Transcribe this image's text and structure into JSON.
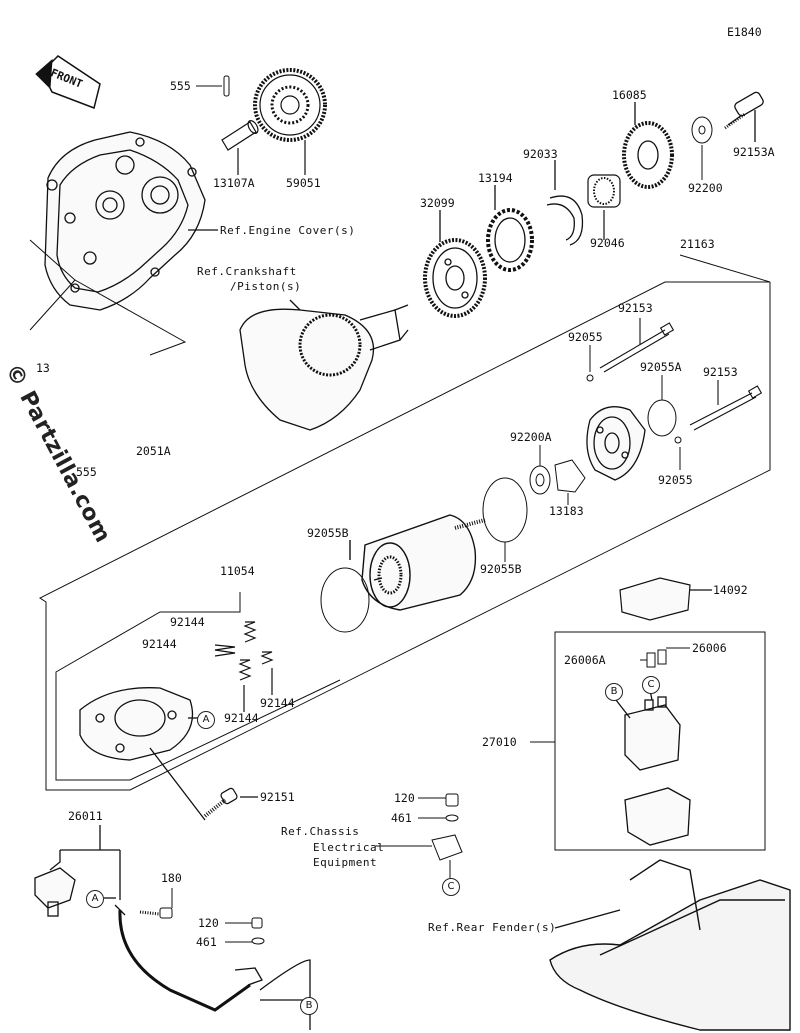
{
  "diagram_code": "E1840",
  "front_badge": "FRONT",
  "watermark": "© Partzilla.com",
  "parts": {
    "p555a": "555",
    "p13107a": "13107A",
    "p59051": "59051",
    "p16085": "16085",
    "p92153a": "92153A",
    "p92200": "92200",
    "p92033": "92033",
    "p13194": "13194",
    "p32099": "32099",
    "p92046": "92046",
    "p21163": "21163",
    "p92153_top": "92153",
    "p92055_top": "92055",
    "p92055a": "92055A",
    "p92153_mid": "92153",
    "p13_partial": "13",
    "p92051a_partial": "2051A",
    "p555b": "555",
    "p92200a": "92200A",
    "p92055_bot": "92055",
    "p13183": "13183",
    "p92055b_left": "92055B",
    "p92055b_right": "92055B",
    "p11054": "11054",
    "p14092": "14092",
    "p92144_1": "92144",
    "p92144_2": "92144",
    "p92144_3": "92144",
    "p92144_4": "92144",
    "p26006a": "26006A",
    "p26006": "26006",
    "p27010": "27010",
    "p92151": "92151",
    "p26011": "26011",
    "p120_top": "120",
    "p461_top": "461",
    "p180": "180",
    "p120_bot": "120",
    "p461_bot": "461"
  },
  "refs": {
    "engine_cover": "Ref.Engine Cover(s)",
    "crankshaft_1": "Ref.Crankshaft",
    "crankshaft_2": "/Piston(s)",
    "chassis_1": "Ref.Chassis",
    "chassis_2": "Electrical",
    "chassis_3": "Equipment",
    "rear_fender": "Ref.Rear Fender(s)"
  },
  "callouts": {
    "a_switch": "A",
    "a_cable": "A",
    "b_relay": "B",
    "b_cable": "B",
    "c_relay": "C",
    "c_chassis": "C"
  }
}
